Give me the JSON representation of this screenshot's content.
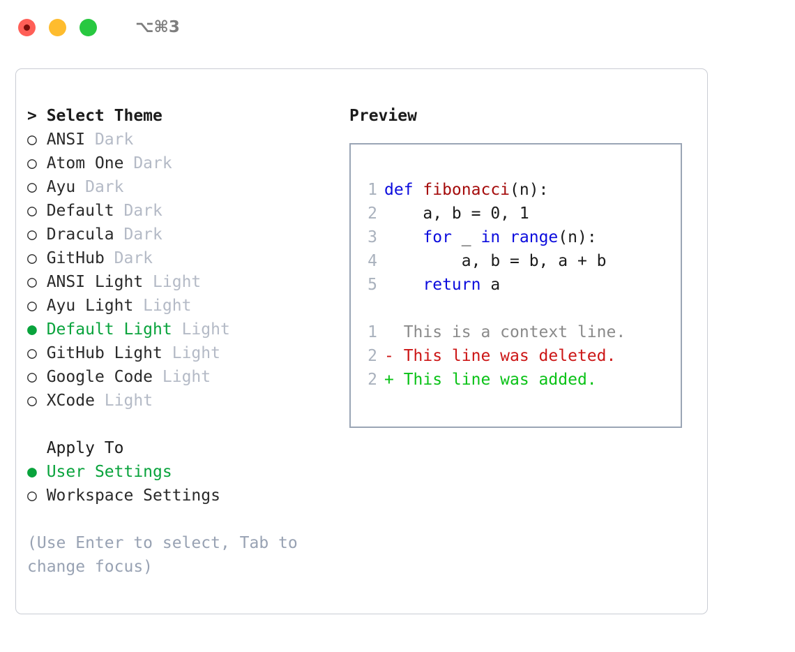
{
  "titlebar": {
    "shortcut": "⌥⌘3",
    "lights": [
      "close-red",
      "minimize-yellow",
      "zoom-green"
    ]
  },
  "theme_section": {
    "header": "> Select Theme",
    "items": [
      {
        "bullet": "○",
        "label": "ANSI",
        "badge": "Dark",
        "selected": false
      },
      {
        "bullet": "○",
        "label": "Atom One",
        "badge": "Dark",
        "selected": false
      },
      {
        "bullet": "○",
        "label": "Ayu",
        "badge": "Dark",
        "selected": false
      },
      {
        "bullet": "○",
        "label": "Default",
        "badge": "Dark",
        "selected": false
      },
      {
        "bullet": "○",
        "label": "Dracula",
        "badge": "Dark",
        "selected": false
      },
      {
        "bullet": "○",
        "label": "GitHub",
        "badge": "Dark",
        "selected": false
      },
      {
        "bullet": "○",
        "label": "ANSI Light",
        "badge": "Light",
        "selected": false
      },
      {
        "bullet": "○",
        "label": "Ayu Light",
        "badge": "Light",
        "selected": false
      },
      {
        "bullet": "●",
        "label": "Default Light",
        "badge": "Light",
        "selected": true
      },
      {
        "bullet": "○",
        "label": "GitHub Light",
        "badge": "Light",
        "selected": false
      },
      {
        "bullet": "○",
        "label": "Google Code",
        "badge": "Light",
        "selected": false
      },
      {
        "bullet": "○",
        "label": "XCode",
        "badge": "Light",
        "selected": false
      }
    ]
  },
  "apply_section": {
    "header": "  Apply To",
    "items": [
      {
        "bullet": "●",
        "label": "User Settings",
        "badge": "",
        "selected": true
      },
      {
        "bullet": "○",
        "label": "Workspace Settings",
        "badge": "",
        "selected": false
      }
    ]
  },
  "hint": "(Use Enter to select, Tab to change focus)",
  "preview": {
    "title": "Preview",
    "code_lines": [
      {
        "num": "1",
        "tokens": [
          {
            "t": "def ",
            "c": "kw"
          },
          {
            "t": "fibonacci",
            "c": "fn"
          },
          {
            "t": "(n):",
            "c": "plain"
          }
        ]
      },
      {
        "num": "2",
        "tokens": [
          {
            "t": "    a, b = 0, 1",
            "c": "plain"
          }
        ]
      },
      {
        "num": "3",
        "tokens": [
          {
            "t": "    for ",
            "c": "kw"
          },
          {
            "t": "_",
            "c": "plain"
          },
          {
            "t": " in ",
            "c": "kw"
          },
          {
            "t": "range",
            "c": "kw"
          },
          {
            "t": "(n):",
            "c": "plain"
          }
        ]
      },
      {
        "num": "4",
        "tokens": [
          {
            "t": "        a, b = b, a + b",
            "c": "plain"
          }
        ]
      },
      {
        "num": "5",
        "tokens": [
          {
            "t": "    return ",
            "c": "kw"
          },
          {
            "t": "a",
            "c": "plain"
          }
        ]
      }
    ],
    "diff_lines": [
      {
        "num": "1",
        "text": "  This is a context line.",
        "kind": "ctx"
      },
      {
        "num": "2",
        "text": "- This line was deleted.",
        "kind": "del"
      },
      {
        "num": "2",
        "text": "+ This line was added.",
        "kind": "add"
      }
    ]
  },
  "colors": {
    "selected_green": "#09a33c",
    "badge_gray": "#b4bac6",
    "hint_gray": "#98a2b3",
    "keyword_blue": "#0b0bdd",
    "function_red": "#a50c0c",
    "diff_deleted": "#cc1616",
    "diff_added": "#0ac217",
    "line_number": "#a9b1bd",
    "panel_border": "#c9ccd4",
    "preview_border": "#9aa5b5"
  }
}
